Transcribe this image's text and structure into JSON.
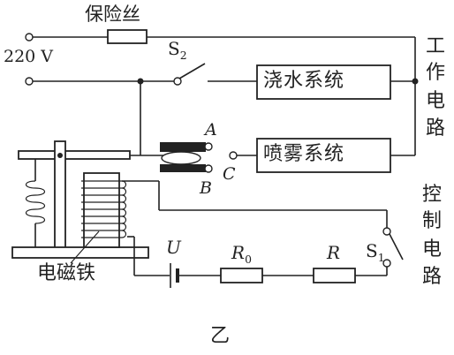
{
  "labels": {
    "fuse": "保险丝",
    "voltage": "220 V",
    "switch2_letter": "S",
    "switch2_sub": "2",
    "watering_system": "浇水系统",
    "spray_system": "喷雾系统",
    "working_circuit": [
      "工",
      "作",
      "电",
      "路"
    ],
    "control_circuit": [
      "控",
      "制",
      "电",
      "路"
    ],
    "contact_a": "A",
    "contact_b": "B",
    "contact_c": "C",
    "electromagnet": "电磁铁",
    "battery": "U",
    "r0_letter": "R",
    "r0_sub": "0",
    "resistor_r": "R",
    "switch1_letter": "S",
    "switch1_sub": "1",
    "figure_caption": "乙"
  }
}
